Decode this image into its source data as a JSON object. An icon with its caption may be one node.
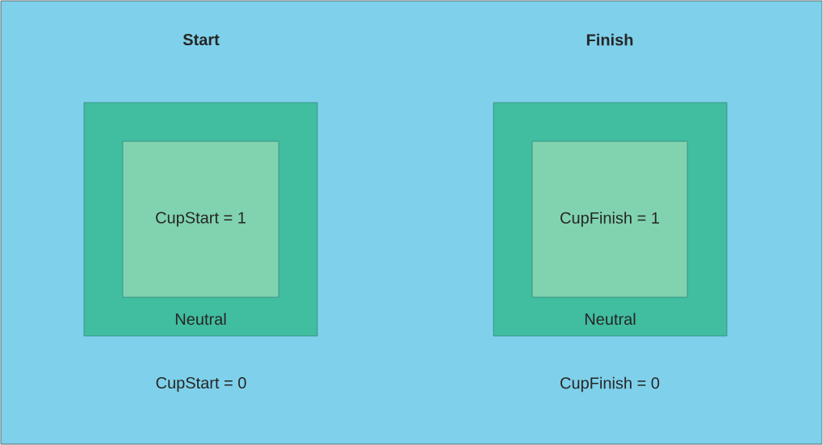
{
  "diagram": {
    "nodes": [
      {
        "text": [
          "Neutral"
        ]
      },
      {
        "text": [
          "CupStart = 1"
        ],
        "in": 0
      },
      {
        "text": [
          "Neutral"
        ]
      },
      {
        "text": [
          "CupFinish = 1"
        ],
        "in": 2
      }
    ],
    "labels": [
      "Start",
      "Finish",
      "CupStart = 0",
      "CupFinish = 0"
    ]
  }
}
